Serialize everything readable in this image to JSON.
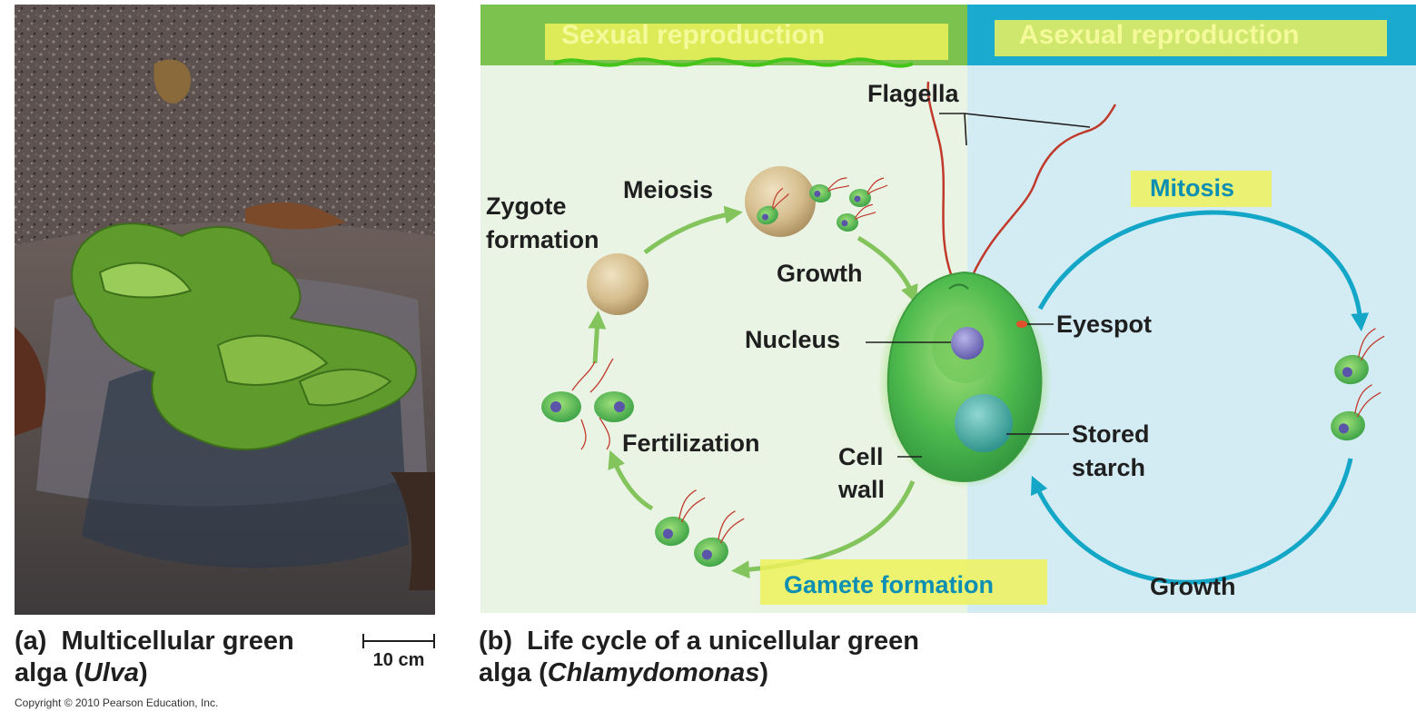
{
  "panel_a": {
    "label": "(a)",
    "title_line1": "Multicellular green",
    "title_line2_prefix": "alga (",
    "title_line2_italic": "Ulva",
    "title_line2_suffix": ")",
    "scale_bar": "10 cm",
    "copyright": "Copyright © 2010 Pearson Education, Inc."
  },
  "panel_b": {
    "label": "(b)",
    "title_line1": "Life cycle of a unicellular green",
    "title_line2_prefix": "alga (",
    "title_line2_italic": "Chlamydomonas",
    "title_line2_suffix": ")",
    "sexual_header": "Sexual reproduction",
    "asexual_header": "Asexual reproduction",
    "labels": {
      "flagella": "Flagella",
      "meiosis": "Meiosis",
      "zygote_1": "Zygote",
      "zygote_2": "formation",
      "growth_sexual": "Growth",
      "nucleus": "Nucleus",
      "eyespot": "Eyespot",
      "stored_1": "Stored",
      "stored_2": "starch",
      "cell_1": "Cell",
      "cell_2": "wall",
      "fertilization": "Fertilization",
      "gamete": "Gamete formation",
      "mitosis": "Mitosis",
      "growth_asexual": "Growth"
    }
  },
  "colors": {
    "sexual_bg": "#eaf4e4",
    "sexual_header": "#7cc24f",
    "asexual_bg": "#d3ecf3",
    "asexual_header": "#1aa9cf",
    "green_arrow": "#84c45d",
    "blue_arrow": "#13a6c7",
    "highlight": "#eef25a",
    "flagella": "#c0392b"
  }
}
